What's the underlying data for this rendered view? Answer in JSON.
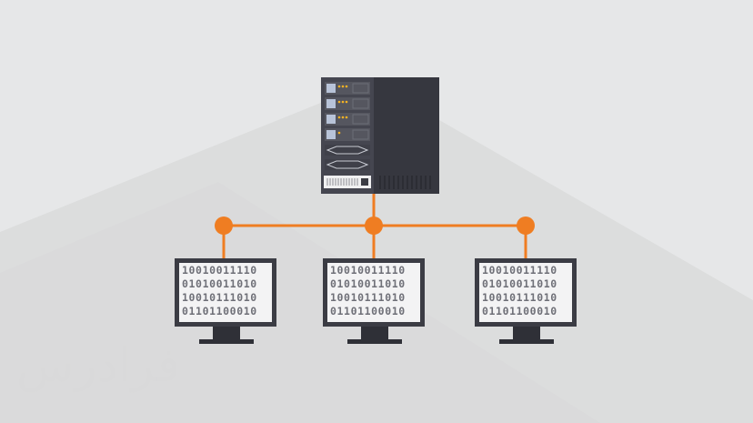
{
  "watermark": "فرادرس",
  "colors": {
    "background": "#e6e7e8",
    "shadow": "#dadbdc",
    "server_body": "#3b3c44",
    "server_panel": "#4a4b55",
    "connector": "#ef7d22",
    "screen": "#f3f3f4",
    "bits": "#6f7078"
  },
  "monitors": [
    {
      "lines": [
        "10010011110",
        "01010011010",
        "10010111010",
        "01101100010"
      ]
    },
    {
      "lines": [
        "10010011110",
        "01010011010",
        "10010111010",
        "01101100010"
      ]
    },
    {
      "lines": [
        "10010011110",
        "01010011010",
        "10010111010",
        "01101100010"
      ]
    }
  ]
}
